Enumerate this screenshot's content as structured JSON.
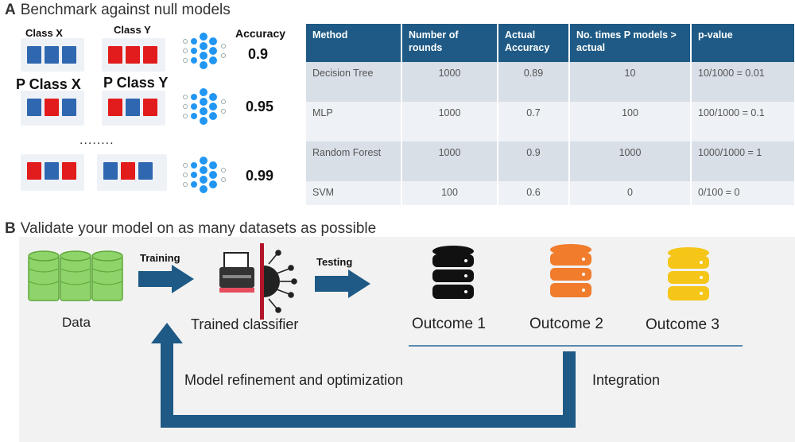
{
  "panelA": {
    "letter": "A",
    "title": "Benchmark against null models",
    "class_x_label": "Class X",
    "class_y_label": "Class Y",
    "p_class_x_label": "P Class X",
    "p_class_y_label": "P Class Y",
    "accuracy_header": "Accuracy",
    "accuracies": [
      "0.9",
      "0.95",
      "0.99"
    ],
    "ellipsis": "........"
  },
  "table": {
    "headers": [
      "Method",
      "Number of rounds",
      "Actual Accuracy",
      "No. times P models > actual",
      "p-value"
    ],
    "rows": [
      [
        "Decision Tree",
        "1000",
        "0.89",
        "10",
        "10/1000 = 0.01"
      ],
      [
        "MLP",
        "1000",
        "0.7",
        "100",
        "100/1000 = 0.1"
      ],
      [
        "Random Forest",
        "1000",
        "0.9",
        "1000",
        "1000/1000 = 1"
      ],
      [
        "SVM",
        "100",
        "0.6",
        "0",
        "0/100 = 0"
      ]
    ]
  },
  "panelB": {
    "letter": "B",
    "title": "Validate your model on as many datasets as possible",
    "data_label": "Data",
    "training_label": "Training",
    "classifier_label": "Trained classifier",
    "testing_label": "Testing",
    "outcomes": [
      "Outcome 1",
      "Outcome 2",
      "Outcome 3"
    ],
    "refinement_label": "Model refinement and optimization",
    "integration_label": "Integration"
  },
  "colors": {
    "header_blue": "#1e5a85",
    "arrow_blue": "#1e5a85",
    "square_blue": "#2f67b0",
    "square_red": "#e21c1c",
    "nn_blue": "#2196f3",
    "data_green": "#8fd46a",
    "outcome1": "#111111",
    "outcome2": "#f07c2c",
    "outcome3": "#f5c518"
  }
}
